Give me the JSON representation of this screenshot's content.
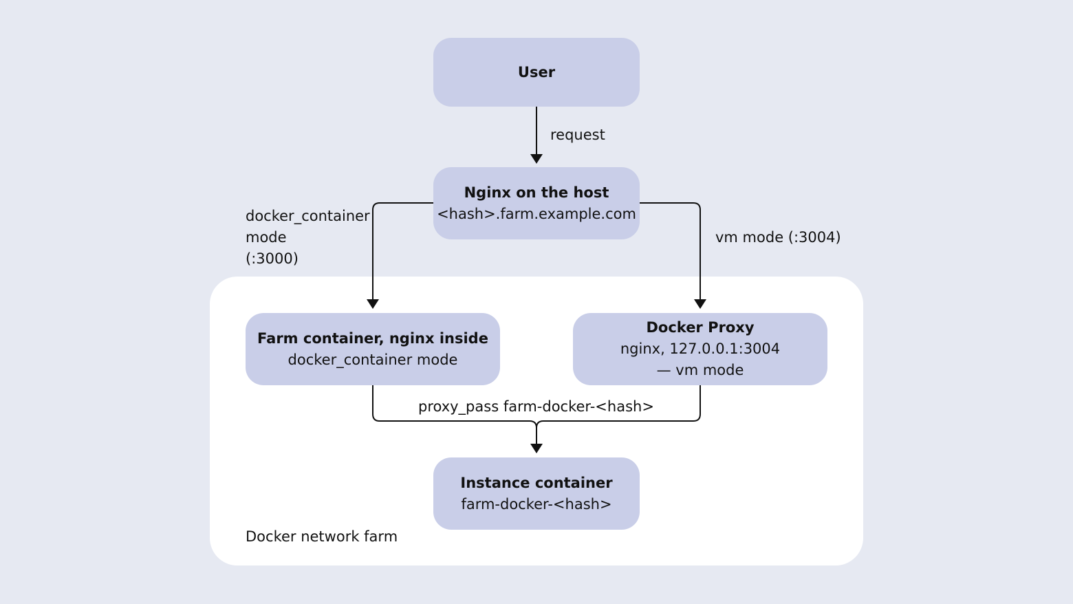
{
  "nodes": {
    "user": {
      "title": "User"
    },
    "nginx_host": {
      "title": "Nginx on the host",
      "subtitle": "<hash>.farm.example.com"
    },
    "farm_container": {
      "title": "Farm container, nginx inside",
      "subtitle": "docker_container mode"
    },
    "docker_proxy": {
      "title": "Docker Proxy",
      "line1": "nginx, 127.0.0.1:3004",
      "line2": "— vm mode"
    },
    "instance_container": {
      "title": "Instance container",
      "subtitle": "farm-docker-<hash>"
    }
  },
  "edges": {
    "request": "request",
    "docker_container_mode": [
      "docker_container",
      "mode",
      "(:3000)"
    ],
    "vm_mode": "vm mode (:3004)",
    "proxy_pass": "proxy_pass farm-docker-<hash>"
  },
  "groups": {
    "network": "Docker network farm"
  },
  "colors": {
    "background": "#e6e9f2",
    "node_fill": "#c9cee8",
    "group_fill": "#ffffff",
    "line": "#111111"
  }
}
